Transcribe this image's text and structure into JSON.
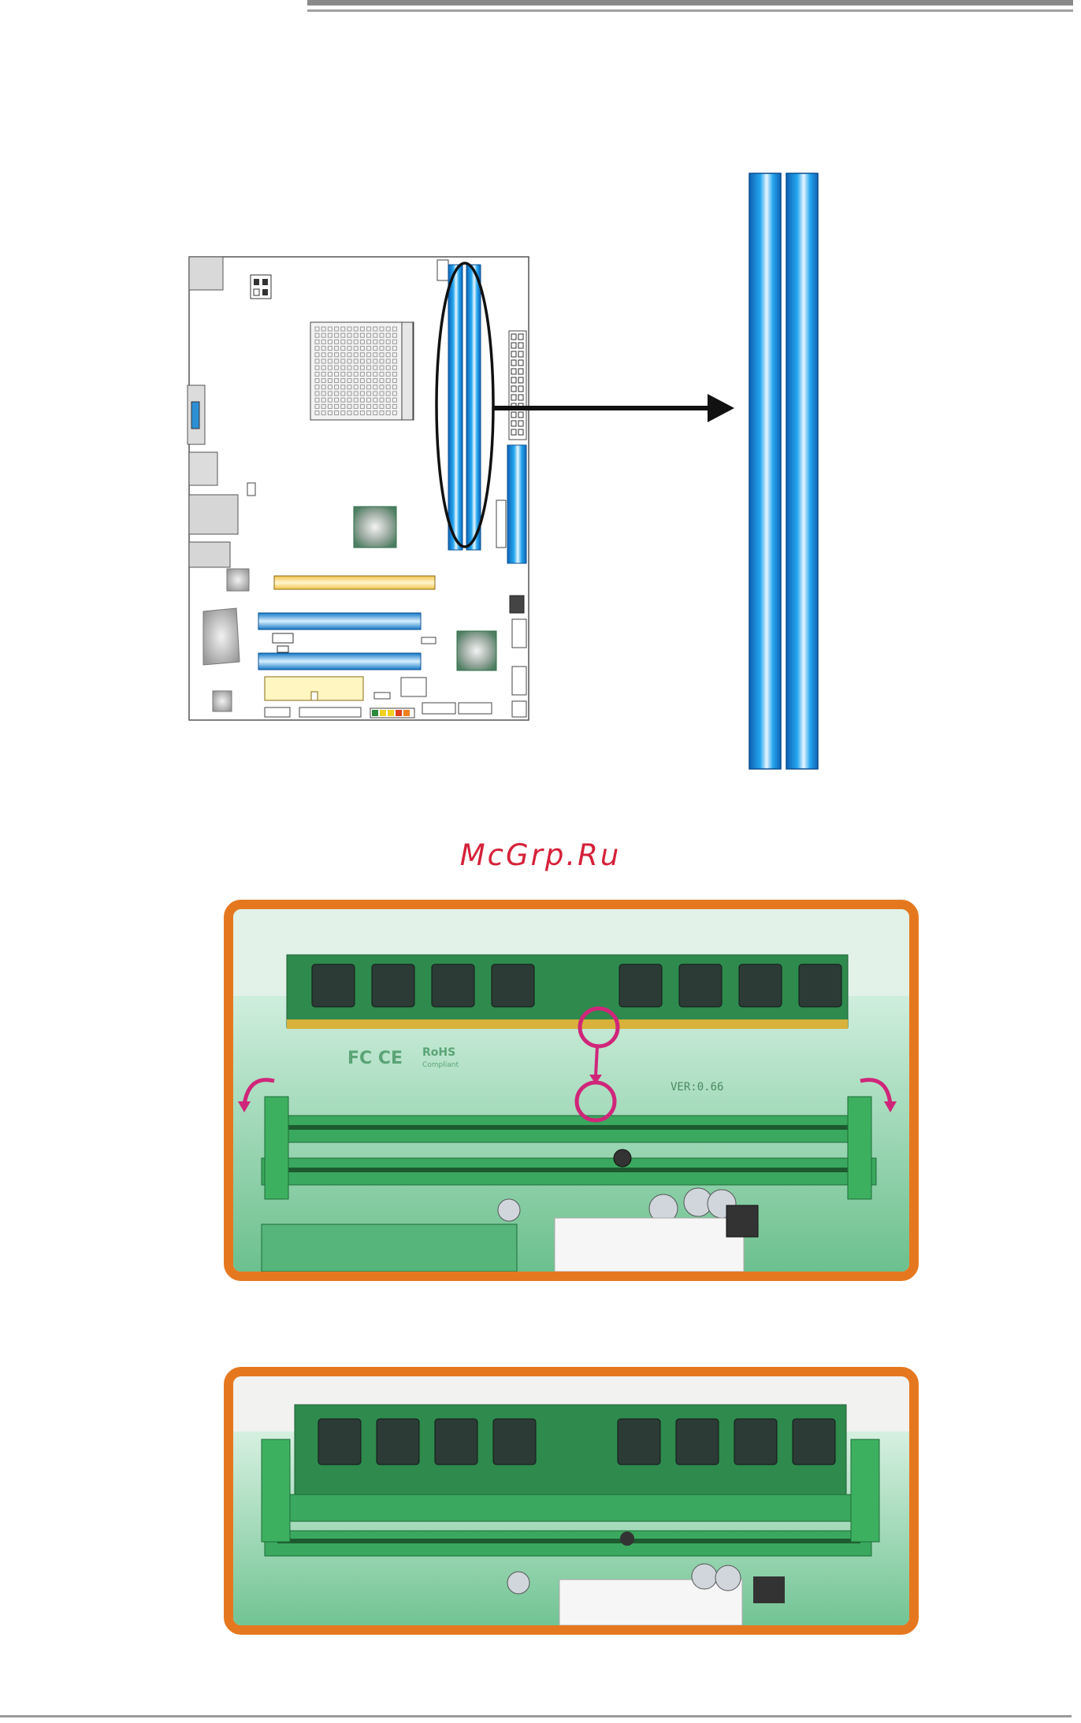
{
  "watermark": {
    "text": "McGrp.Ru"
  },
  "colors": {
    "accent_orange": "#e5781f",
    "slot_blue": "#1e8ed8",
    "notch_marker": "#d0267a",
    "watermark_red": "#d6213a"
  },
  "icons": [
    "arrow-right-icon",
    "rotate-clip-open-icon",
    "notch-pointer-arrow-icon"
  ],
  "board_labels": {
    "compliance_marks": "FC CE",
    "rohs": "RoHS",
    "rohs_sub": "Compliant",
    "board_version": "VER:0.66"
  }
}
